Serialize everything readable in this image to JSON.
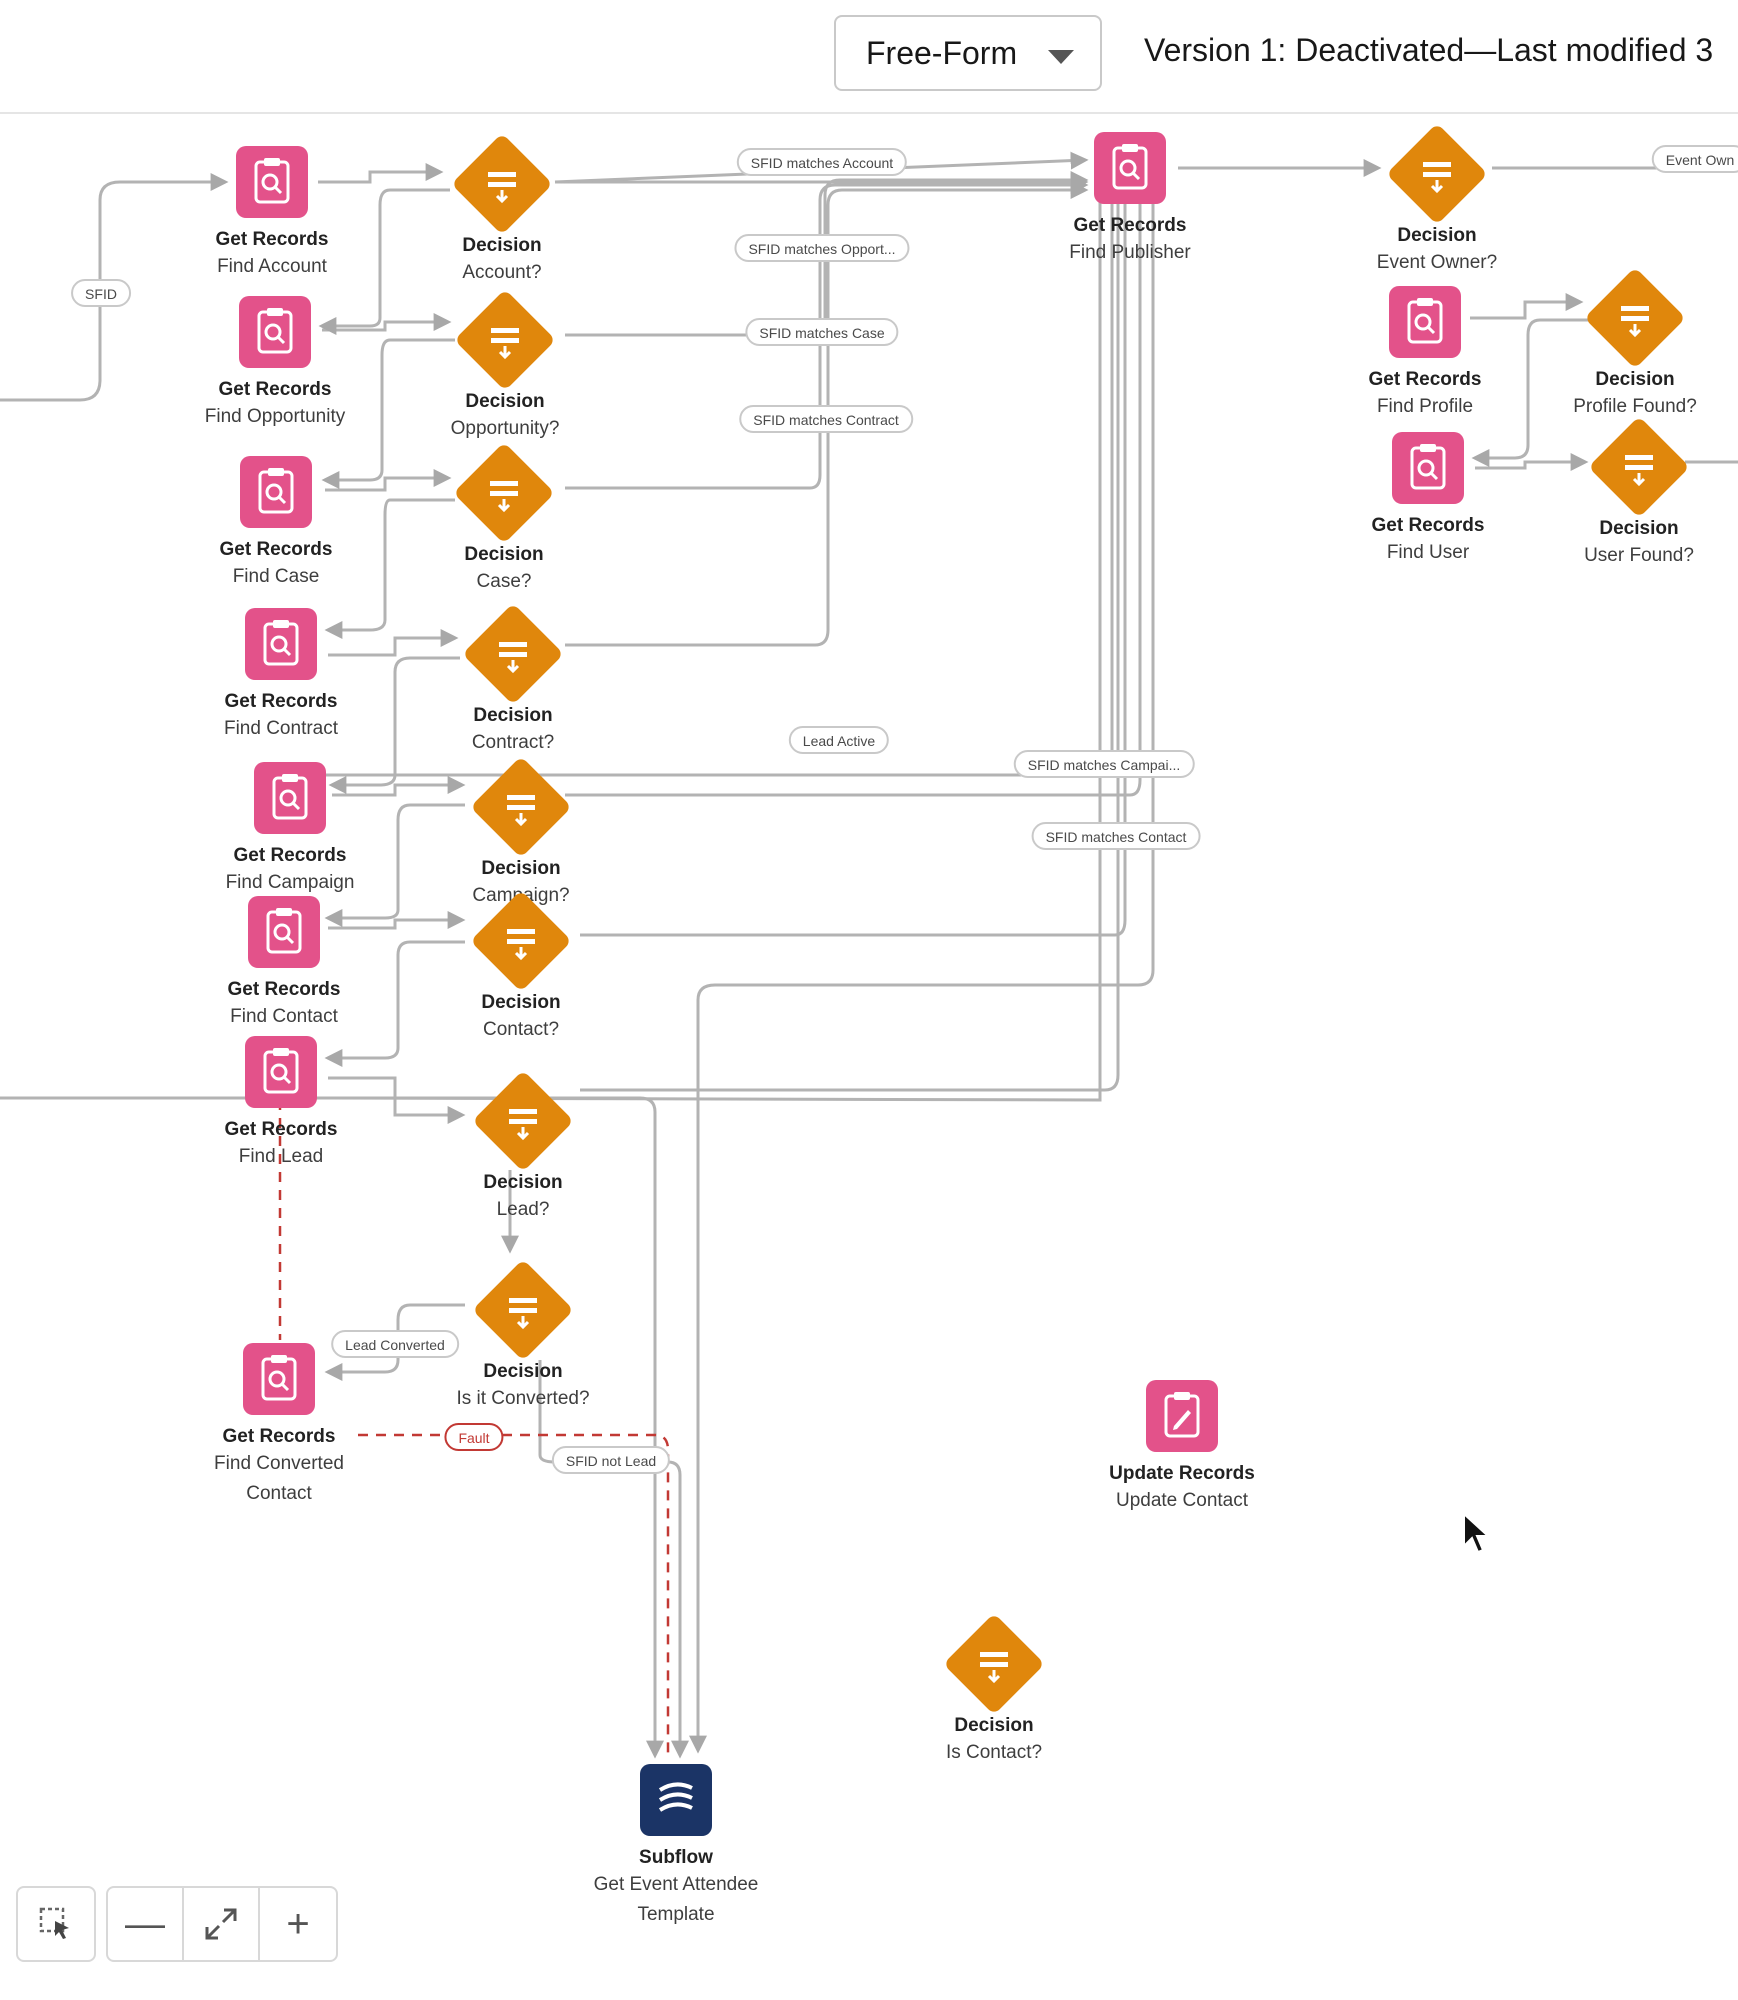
{
  "toolbar": {
    "layout_mode": "Free-Form",
    "version_status": "Version 1: Deactivated—Last modified 3"
  },
  "nodes": [
    {
      "id": "n1",
      "kind": "get_records",
      "type": "Get Records",
      "label": "Find Account"
    },
    {
      "id": "n2",
      "kind": "decision",
      "type": "Decision",
      "label": "Account?"
    },
    {
      "id": "n3",
      "kind": "get_records",
      "type": "Get Records",
      "label": "Find Opportunity"
    },
    {
      "id": "n4",
      "kind": "decision",
      "type": "Decision",
      "label": "Opportunity?"
    },
    {
      "id": "n5",
      "kind": "get_records",
      "type": "Get Records",
      "label": "Find Case"
    },
    {
      "id": "n6",
      "kind": "decision",
      "type": "Decision",
      "label": "Case?"
    },
    {
      "id": "n7",
      "kind": "get_records",
      "type": "Get Records",
      "label": "Find Contract"
    },
    {
      "id": "n8",
      "kind": "decision",
      "type": "Decision",
      "label": "Contract?"
    },
    {
      "id": "n9",
      "kind": "get_records",
      "type": "Get Records",
      "label": "Find Campaign"
    },
    {
      "id": "n10",
      "kind": "decision",
      "type": "Decision",
      "label": "Campaign?"
    },
    {
      "id": "n11",
      "kind": "get_records",
      "type": "Get Records",
      "label": "Find Contact"
    },
    {
      "id": "n12",
      "kind": "decision",
      "type": "Decision",
      "label": "Contact?"
    },
    {
      "id": "n13",
      "kind": "get_records",
      "type": "Get Records",
      "label": "Find Lead"
    },
    {
      "id": "n14",
      "kind": "decision",
      "type": "Decision",
      "label": "Lead?"
    },
    {
      "id": "n15",
      "kind": "decision",
      "type": "Decision",
      "label": "Is it Converted?"
    },
    {
      "id": "n16",
      "kind": "get_records",
      "type": "Get Records",
      "label": "Find Converted Contact"
    },
    {
      "id": "n17",
      "kind": "get_records",
      "type": "Get Records",
      "label": "Find Publisher"
    },
    {
      "id": "n18",
      "kind": "decision",
      "type": "Decision",
      "label": "Event Owner?"
    },
    {
      "id": "n19",
      "kind": "get_records",
      "type": "Get Records",
      "label": "Find Profile"
    },
    {
      "id": "n20",
      "kind": "decision",
      "type": "Decision",
      "label": "Profile Found?"
    },
    {
      "id": "n21",
      "kind": "get_records",
      "type": "Get Records",
      "label": "Find User"
    },
    {
      "id": "n22",
      "kind": "decision",
      "type": "Decision",
      "label": "User Found?"
    },
    {
      "id": "n23",
      "kind": "update_records",
      "type": "Update Records",
      "label": "Update Contact"
    },
    {
      "id": "n24",
      "kind": "decision",
      "type": "Decision",
      "label": "Is Contact?"
    },
    {
      "id": "n25",
      "kind": "subflow",
      "type": "Subflow",
      "label": "Get Event Attendee Template"
    }
  ],
  "connectors": [
    "SFID",
    "SFID matches Account",
    "SFID matches Opport...",
    "SFID matches Case",
    "SFID matches Contract",
    "Lead Active",
    "SFID matches Campai...",
    "SFID matches Contact",
    "Lead Converted",
    "Fault",
    "SFID not Lead",
    "Event Own"
  ],
  "zoom_controls": [
    "select-tool",
    "zoom-out",
    "fit-to-view",
    "zoom-in"
  ],
  "colors": {
    "get_records": "#e3528a",
    "decision": "#e0870c",
    "subflow": "#1b3466",
    "connector": "#a8a8a8",
    "fault": "#c23934"
  }
}
